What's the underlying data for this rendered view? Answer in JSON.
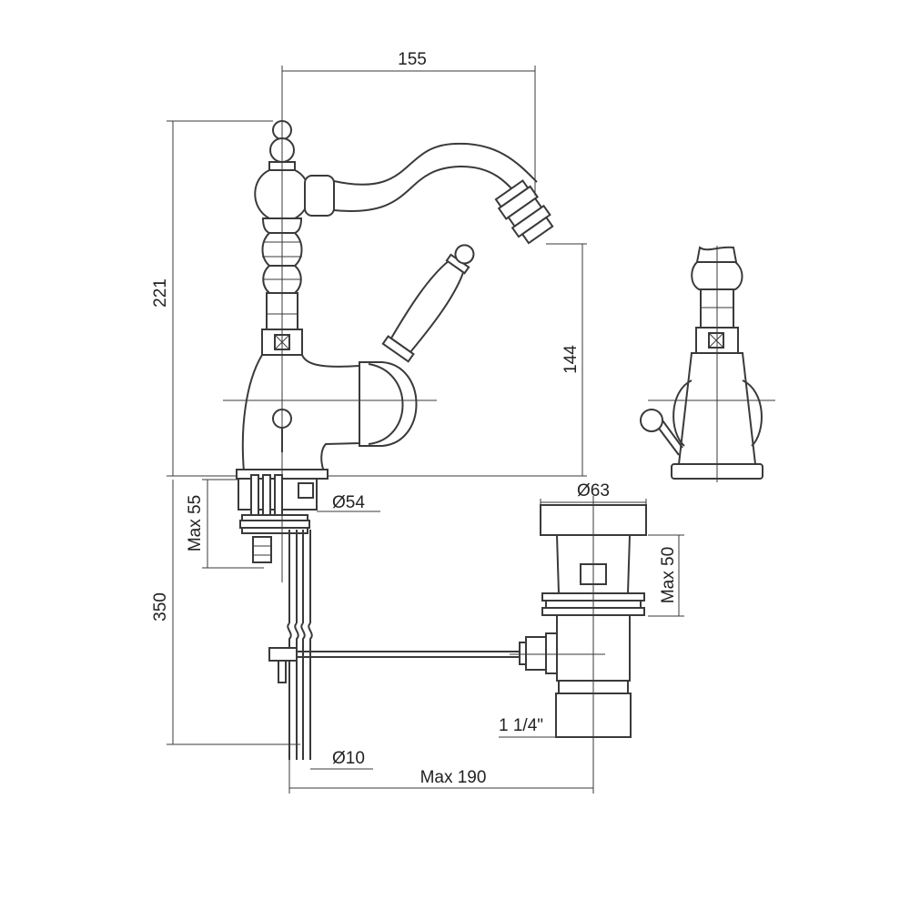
{
  "dimensions": {
    "spout_reach": "155",
    "total_height": "221",
    "spout_height": "144",
    "deck_hole_diameter": "Ø54",
    "max_deck_thickness": "Max 55",
    "hose_length": "350",
    "waste_flange_diameter": "Ø63",
    "waste_max_thickness": "Max 50",
    "waste_thread": "1 1/4\"",
    "rod_diameter": "Ø10",
    "max_rod_distance": "Max 190"
  },
  "colors": {
    "line": "#3a3a3a",
    "background": "#ffffff"
  }
}
